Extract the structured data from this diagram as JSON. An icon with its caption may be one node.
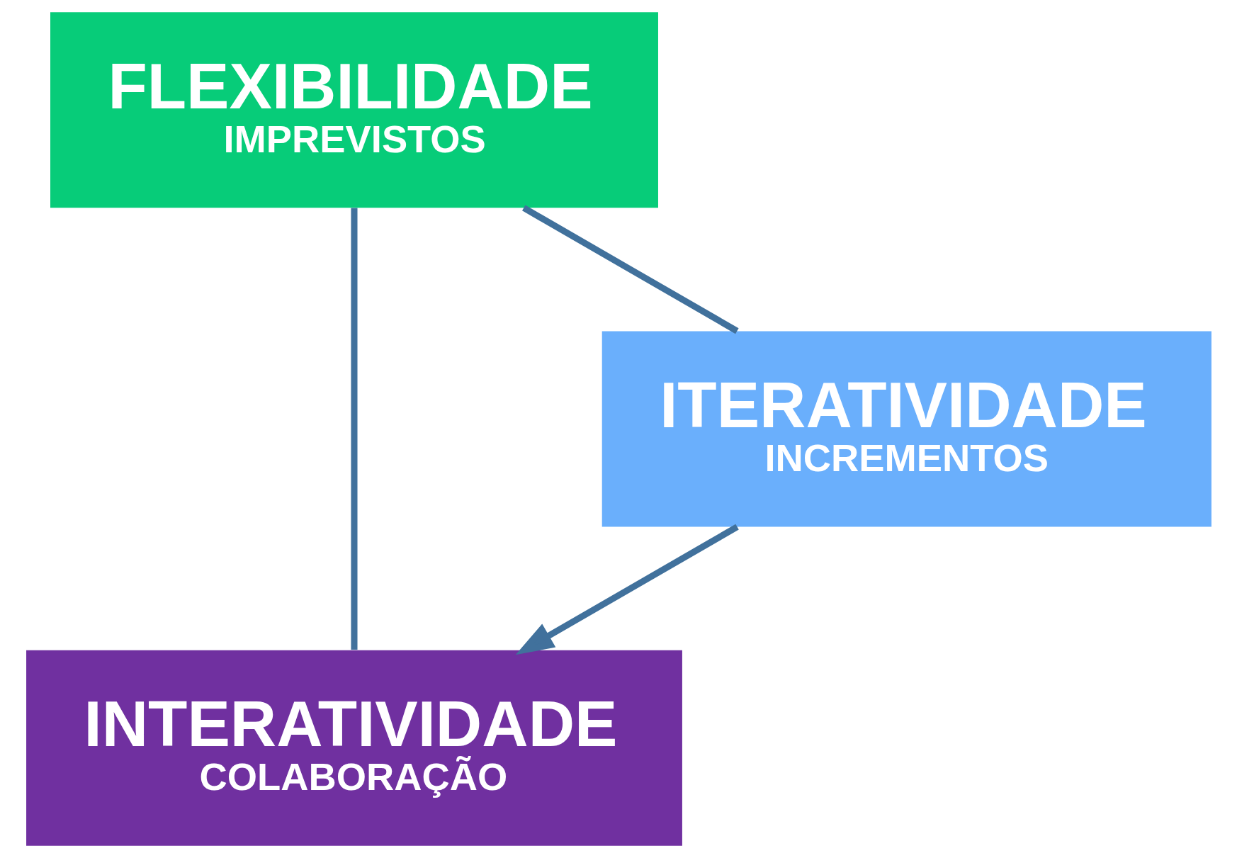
{
  "diagram": {
    "nodes": [
      {
        "text": [
          "INTERATIVIDADE",
          "COLABORAÇÃO"
        ]
      },
      {
        "text": [
          "FLEXIBILIDADE",
          "IMPREVISTOS"
        ]
      },
      {
        "text": [
          "ITERATIVIDADE",
          "INCREMENTOS"
        ]
      }
    ],
    "edges": [
      {
        "from": 0,
        "to": 1,
        "arrow": "none"
      },
      {
        "from": 1,
        "to": 2,
        "arrow": "none"
      },
      {
        "from": 2,
        "to": 0,
        "arrow": "to"
      }
    ]
  }
}
